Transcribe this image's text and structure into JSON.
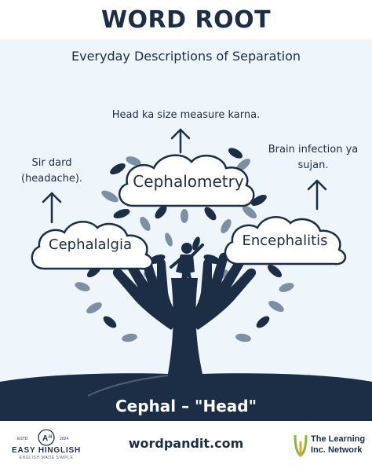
{
  "title": "WORD ROOT",
  "subtitle": "Everyday Descriptions of Separation",
  "words": {
    "top": {
      "word": "Cephalometry",
      "description": "Head ka size measure karna."
    },
    "left": {
      "word": "Cephalalgia",
      "description": "Sir dard (headache)."
    },
    "right": {
      "word": "Encephalitis",
      "description": "Brain infection ya sujan."
    }
  },
  "root": "Cephal – \"Head\"",
  "footer": {
    "left_brand": {
      "name": "EASY HINGLISH",
      "tagline": "ENGLISH MADE SIMPLE",
      "estd": "ESTD",
      "year": "2024"
    },
    "site": "wordpandit.com",
    "right_brand": {
      "line1": "The Learning",
      "line2": "Inc. Network"
    }
  },
  "colors": {
    "navy": "#1b2e45",
    "panel": "#eef5fb",
    "leaf_gray": "#7d8fa3",
    "brand_green": "#8bb83a",
    "brand_orange": "#e9a23b"
  },
  "icons": [
    "arrow-up-icon",
    "cloud-icon",
    "hand-icon",
    "child-silhouette-icon",
    "tree-icon"
  ]
}
